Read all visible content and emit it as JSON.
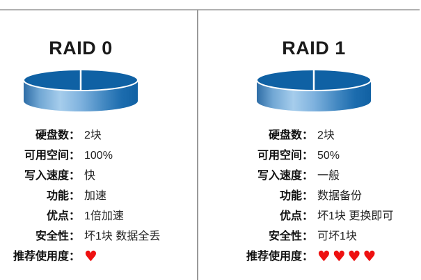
{
  "infographic": {
    "row_labels": {
      "disks": "硬盘数：",
      "space": "可用空间：",
      "speed": "写入速度：",
      "function": "功能：",
      "advantage": "优点：",
      "safety": "安全性：",
      "recommend": "推荐使用度："
    },
    "panels": [
      {
        "title": "RAID 0",
        "rows": [
          {
            "label": "硬盘数：",
            "value": "2块"
          },
          {
            "label": "可用空间：",
            "value": "100%"
          },
          {
            "label": "写入速度：",
            "value": "快"
          },
          {
            "label": "功能：",
            "value": "加速"
          },
          {
            "label": "优点：",
            "value": "1倍加速"
          },
          {
            "label": "安全性：",
            "value": "坏1块 数据全丢"
          },
          {
            "label": "推荐使用度：",
            "value": "♥",
            "hearts": 1
          }
        ]
      },
      {
        "title": "RAID 1",
        "rows": [
          {
            "label": "硬盘数：",
            "value": "2块"
          },
          {
            "label": "可用空间：",
            "value": "50%"
          },
          {
            "label": "写入速度：",
            "value": "一般"
          },
          {
            "label": "功能：",
            "value": "数据备份"
          },
          {
            "label": "优点：",
            "value": "坏1块 更换即可"
          },
          {
            "label": "安全性：",
            "value": "可坏1块"
          },
          {
            "label": "推荐使用度：",
            "value": "♥♥♥♥",
            "hearts": 4
          }
        ]
      }
    ],
    "colors": {
      "heart_red": "#ee1111",
      "disk_top_blue": "#0f61a4",
      "disk_body_light": "#a6cdec",
      "disk_body_dark": "#1161a3",
      "divider_gray": "#9a9a9a",
      "top_rule_gray": "#b1b1b1",
      "text_dark": "#1a1a1a"
    }
  }
}
